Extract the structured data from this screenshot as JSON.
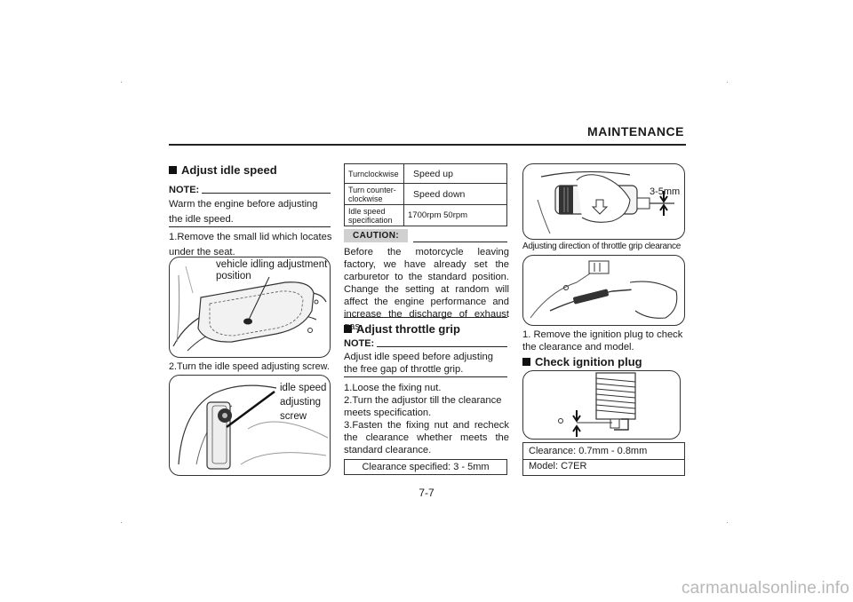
{
  "header": {
    "title": "MAINTENANCE"
  },
  "left": {
    "heading": "Adjust idle speed",
    "note_label": "NOTE:",
    "note_text": "Warm the engine before adjusting the idle speed.",
    "step1": "1.Remove the small lid which locates under the seat.",
    "fig1_label": "vehicle idling adjustment position",
    "step2": "2.Turn the idle speed adjusting screw.",
    "fig2_label": "idle speed adjusting screw"
  },
  "middle": {
    "table": [
      {
        "label": "Turnclockwise",
        "value": "Speed up"
      },
      {
        "label": "Turn counter-clockwise",
        "value": "Speed down"
      },
      {
        "label": "Idle speed specification",
        "value": "1700rpm  50rpm"
      }
    ],
    "caution_label": "CAUTION:",
    "caution_text": "Before the motorcycle leaving factory, we have already set the carburetor to the standard position. Change the setting at random will affect the engine performance and increase the discharge of exhaust gas.",
    "heading": "Adjust throttle grip",
    "note_label": "NOTE:",
    "note_text": "Adjust idle speed before adjusting the free gap of throttle grip.",
    "steps": [
      "1.Loose the fixing nut.",
      "2.Turn the adjustor till the clearance meets specification.",
      "3.Fasten the fixing nut and recheck the clearance whether meets the standard clearance."
    ],
    "clearance_box": "Clearance specified: 3 - 5mm"
  },
  "right": {
    "fig1_label": "3-5mm",
    "fig1_caption": "Adjusting direction of throttle grip clearance",
    "step1": "1. Remove the ignition plug to check the clearance and model.",
    "heading": "Check ignition plug",
    "spec_clearance": "Clearance: 0.7mm - 0.8mm",
    "spec_model": "Model: C7ER"
  },
  "footer": {
    "page_number": "7-7"
  },
  "watermark": "carmanualsonline.info"
}
